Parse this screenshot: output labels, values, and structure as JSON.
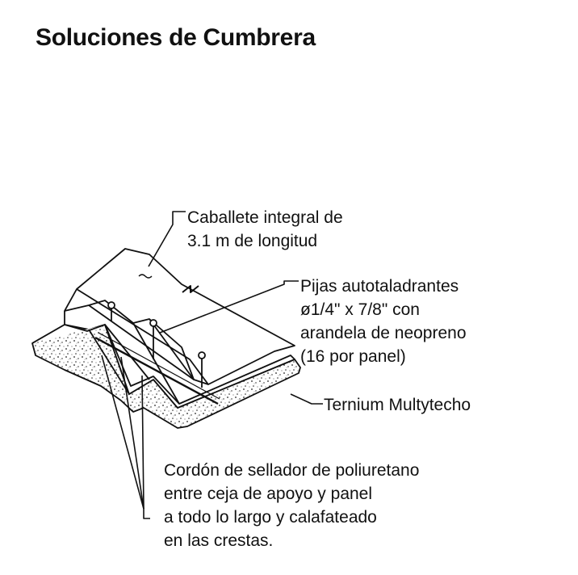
{
  "title": "Soluciones de Cumbrera",
  "callouts": {
    "ridge_cap": [
      "Caballete integral de",
      "3.1 m de longitud"
    ],
    "screws": [
      "Pijas autotaladrantes",
      "ø1/4\" x 7/8\" con",
      "arandela de neopreno",
      "(16 por panel)"
    ],
    "panel": [
      "Ternium Multytecho"
    ],
    "sealant": [
      "Cordón de sellador de poliuretano",
      "entre ceja de apoyo y panel",
      "a todo lo largo y calafateado",
      "en las crestas."
    ]
  }
}
